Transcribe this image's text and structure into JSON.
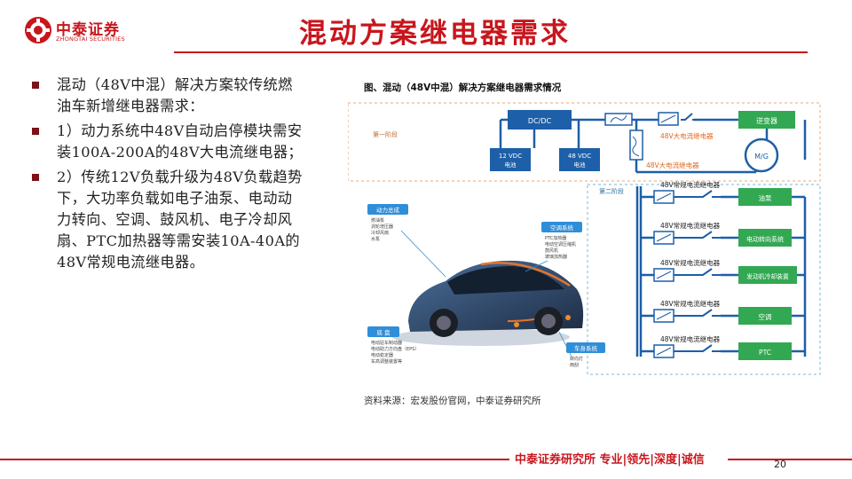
{
  "header": {
    "logo_cn": "中泰证券",
    "logo_en": "ZHONGTAI SECURITIES",
    "title": "混动方案继电器需求"
  },
  "bullets": [
    "混动（48V中混）解决方案较传统燃油车新增继电器需求：",
    "1）动力系统中48V自动启停模块需安装100A-200A的48V大电流继电器；",
    "2）传统12V负载升级为48V负载趋势下，大功率负载如电子油泵、电动动力转向、空调、鼓风机、电子冷却风扇、PTC加热器等需安装10A-40A的48V常规电流继电器。"
  ],
  "figure": {
    "title": "图、混动（48V中混）解决方案继电器需求情况",
    "stage1_label": "第一阶段",
    "stage2_label": "第二阶段",
    "dcdc": "DC/DC",
    "battery_12v": [
      "12 VDC",
      "电池"
    ],
    "battery_48v": [
      "48 VDC",
      "电池"
    ],
    "big_relay": "48V大电流继电器",
    "inverter": "逆变器",
    "motor": "M/G",
    "normal_relay": "48V常规电流继电器",
    "loads": [
      "油泵",
      "电动转向系统",
      "发动机冷却装置",
      "空调",
      "PTC"
    ],
    "car_callouts": {
      "powertrain": {
        "title": "动力总成",
        "items": [
          "燃油泵",
          "涡轮增压器",
          "冷却风扇",
          "水泵"
        ]
      },
      "hvac": {
        "title": "空调系统",
        "items": [
          "PTC加热器",
          "电动空调压缩机",
          "鼓风机",
          "玻璃加热器"
        ]
      },
      "chassis": {
        "title": "底 盘",
        "items": [
          "电动驻车制动器",
          "电动助力方向盘（EPS）",
          "电动稳定器",
          "车高调整装置等"
        ]
      },
      "body": {
        "title": "车身系统",
        "items": [
          "转向灯",
          "雨刮"
        ]
      }
    }
  },
  "source": "资料来源：宏发股份官网，中泰证券研究所",
  "footer": {
    "text": "中泰证券研究所 专业|领先|深度|诚信",
    "page": "20"
  },
  "colors": {
    "brand_red": "#c8161d",
    "diagram_blue": "#1d5fa8",
    "load_green": "#33a852",
    "stage_orange": "#e8a77a"
  }
}
